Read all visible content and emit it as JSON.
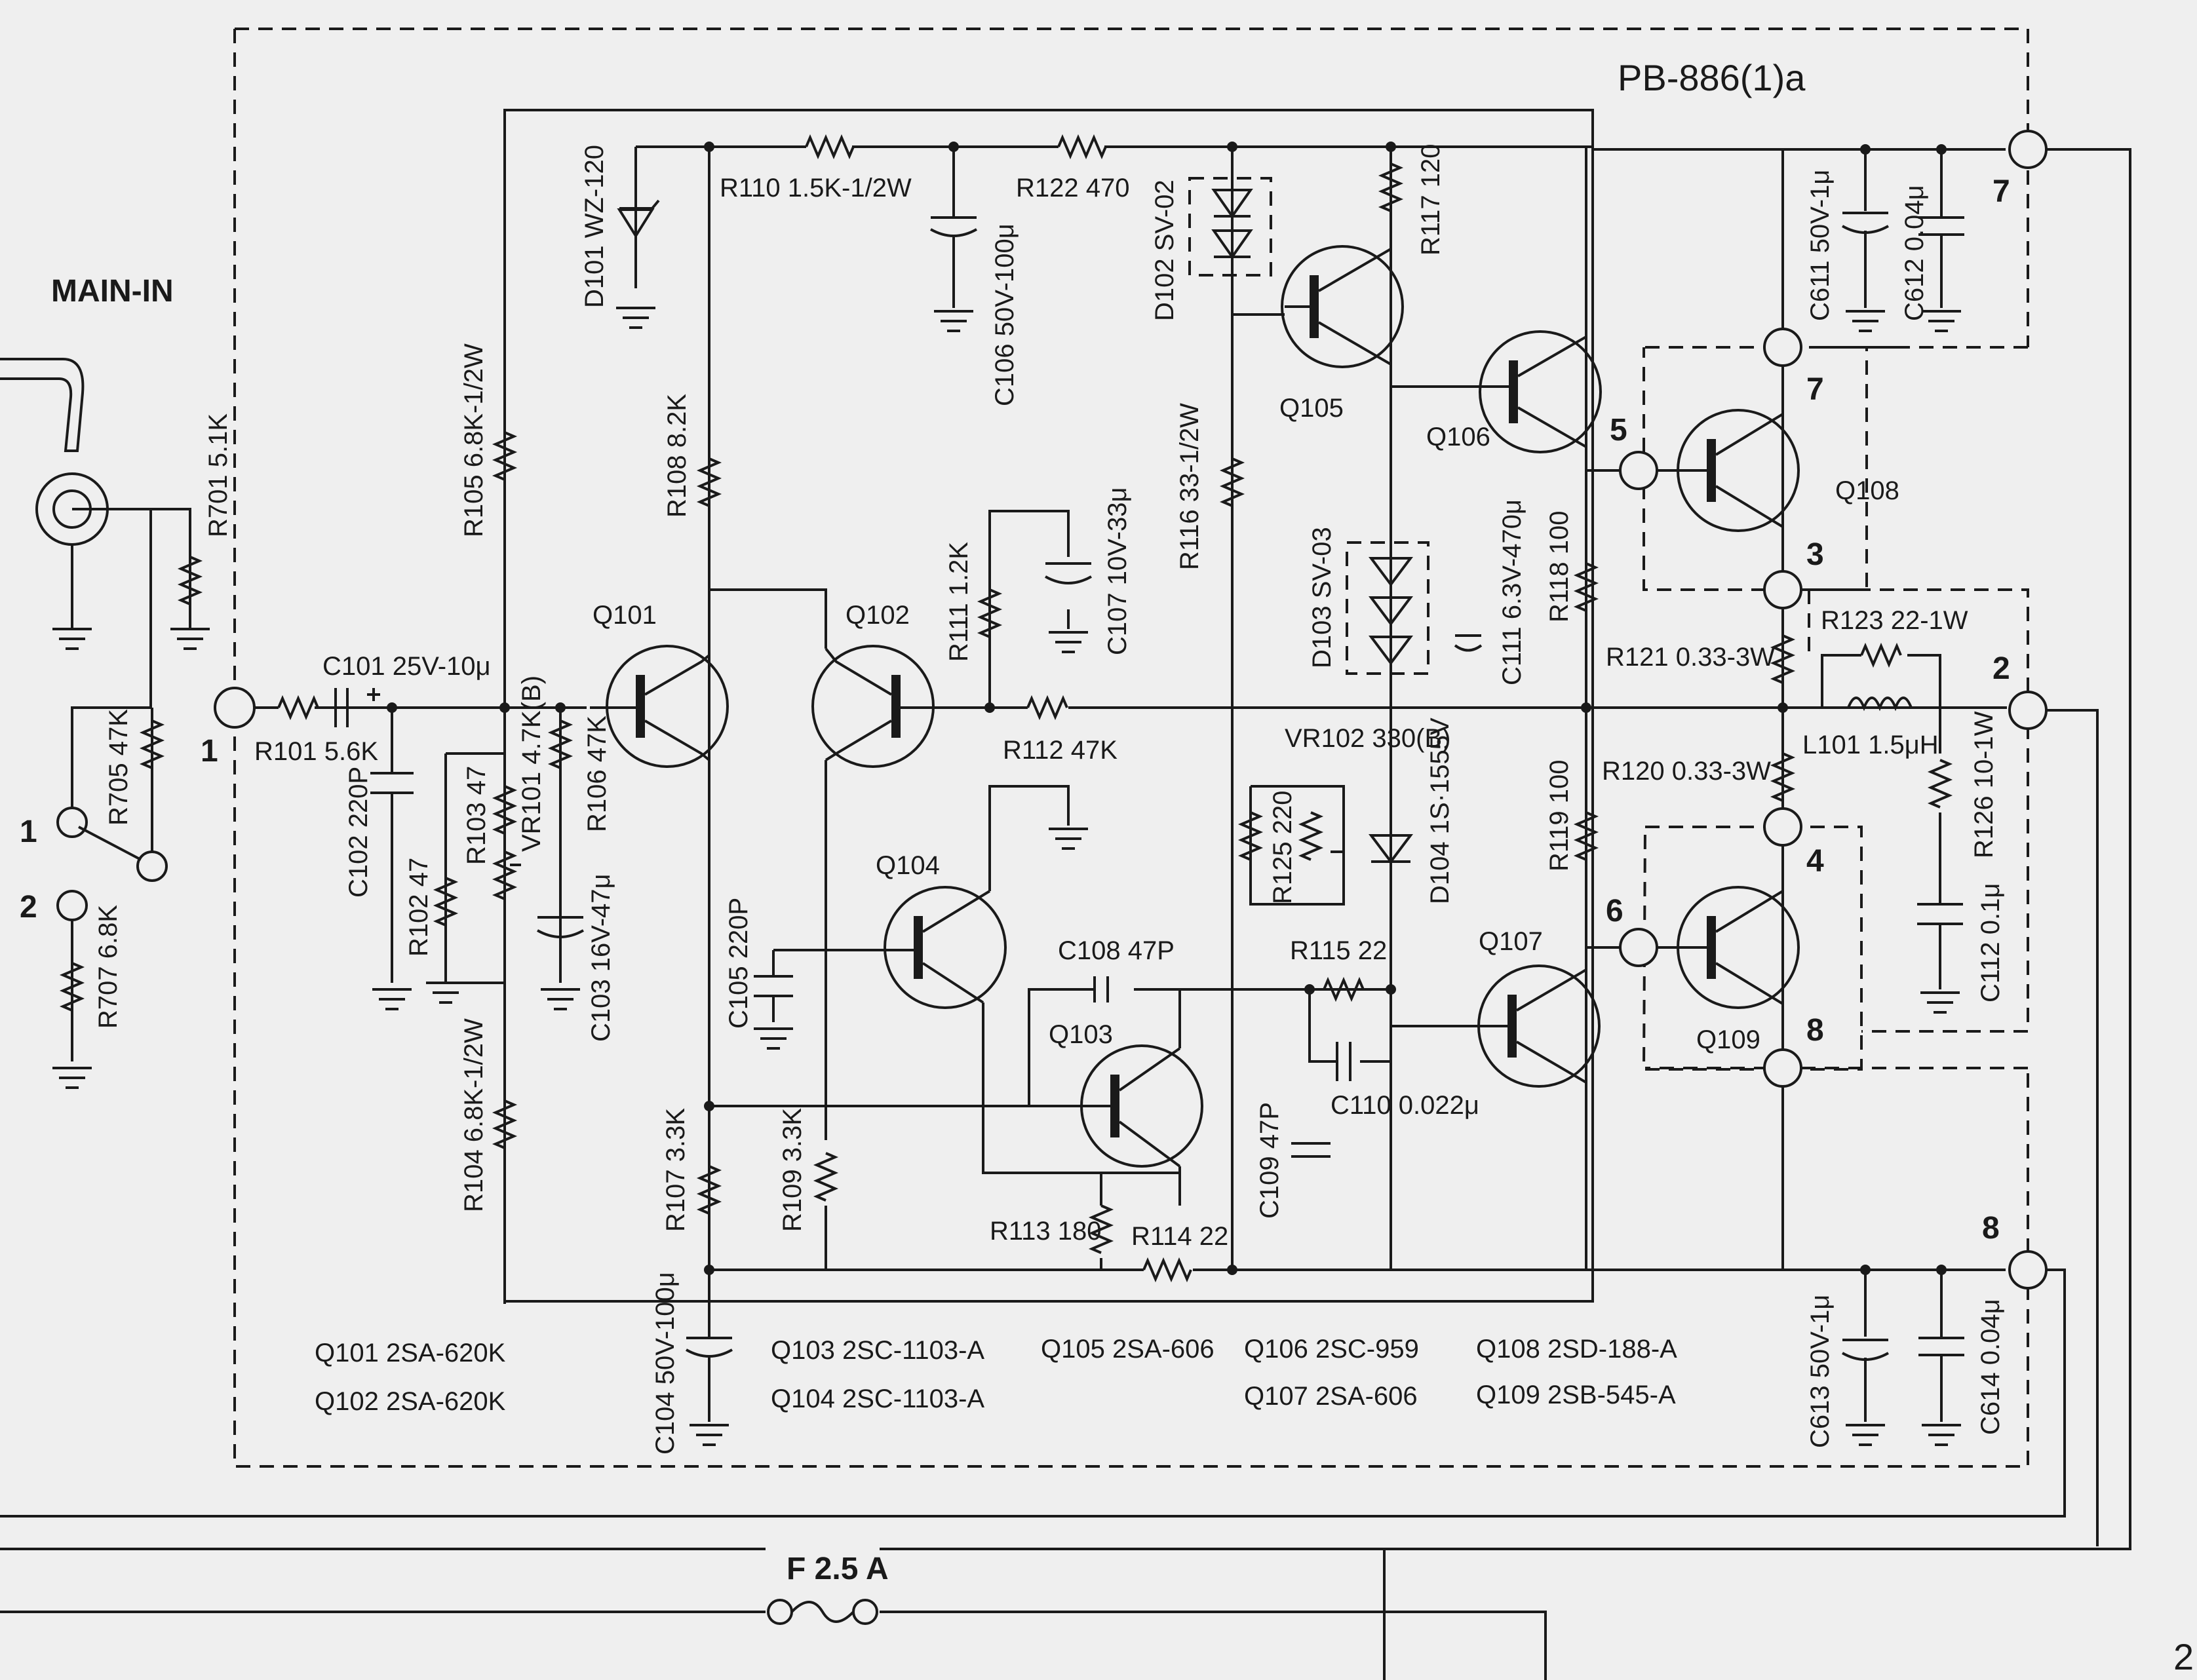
{
  "board_title": "PB-886(1)a",
  "input_title": "MAIN-IN",
  "page_corner": "2",
  "fuse": "F 2.5 A",
  "terminals": {
    "t1": "1",
    "t2": "2",
    "t3": "3",
    "t4": "4",
    "t5": "5",
    "t6": "6",
    "t7": "7",
    "t8": "8",
    "in1": "1",
    "in2": "2",
    "in_left1": "1"
  },
  "labels": {
    "r701": "R701 5.1K",
    "r705": "R705 47K",
    "r707": "R707 6.8K",
    "r101": "R101 5.6K",
    "c101": "C101 25V-10μ",
    "c102": "C102 220P",
    "r102": "R102 47",
    "r103": "R103 47",
    "vr101": "VR101 4.7K(B)",
    "r104_rail": "R104 6.8K-1/2W",
    "r105_rail": "R105 6.8K-1/2W",
    "r106": "R106 47K",
    "c103": "C103 16V-47μ",
    "d101": "D101 WZ-120",
    "r110": "R110 1.5K-1/2W",
    "r122": "R122 470",
    "c106": "C106 50V-100μ",
    "r108": "R108 8.2K",
    "q101_lbl": "Q101",
    "q102_lbl": "Q102",
    "r111": "R111 1.2K",
    "c107": "C107 10V-33μ",
    "r112": "R112 47K",
    "c105": "C105 220P",
    "q104_lbl": "Q104",
    "c108": "C108 47P",
    "q103_lbl": "Q103",
    "r107": "R107 3.3K",
    "r109": "R109 3.3K",
    "r113": "R113 180",
    "r114": "R114 22",
    "c104": "C104 50V-100μ",
    "d102": "D102 SV-02",
    "q105_lbl": "Q105",
    "r116": "R116 33-1/2W",
    "r117": "R117 120",
    "q106_lbl": "Q106",
    "d103": "D103 SV-03",
    "c111": "C111 6.3V-470μ",
    "r118": "R118 100",
    "vr102": "VR102 330(B)",
    "r125": "R125 220",
    "d104": "D104 1S·1555V",
    "r115": "R115 22",
    "c109": "C109 47P",
    "c110": "C110 0.022μ",
    "q107_lbl": "Q107",
    "r119": "R119 100",
    "q108_lbl": "Q108",
    "q109_lbl": "Q109",
    "c611": "C611 50V-1μ",
    "c612": "C612 0.04μ",
    "r121": "R121 0.33-3W",
    "r120": "R120 0.33-3W",
    "r123": "R123 22-1W",
    "l101": "L101 1.5μH",
    "r126": "R126 10-1W",
    "c112": "C112 0.1μ",
    "c613": "C613 50V-1μ",
    "c614": "C614 0.04μ"
  },
  "transistor_list": {
    "q101": "Q101 2SA-620K",
    "q102": "Q102 2SA-620K",
    "q103": "Q103 2SC-1103-A",
    "q104": "Q104 2SC-1103-A",
    "q105": "Q105 2SA-606",
    "q106": "Q106 2SC-959",
    "q107": "Q107 2SA-606",
    "q108": "Q108 2SD-188-A",
    "q109": "Q109 2SB-545-A"
  }
}
